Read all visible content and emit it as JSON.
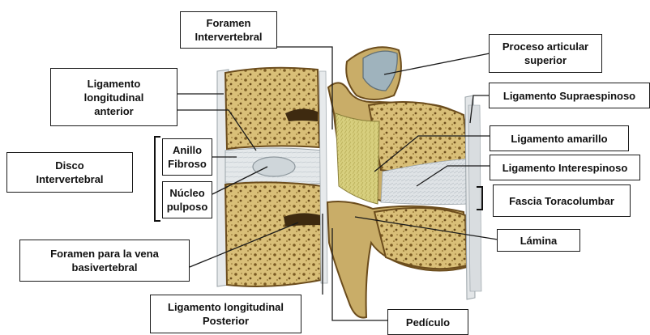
{
  "colors": {
    "bone": "#d9c07a",
    "bone_dark": "#8a6a2a",
    "disc": "#e2e7ea",
    "ligament_yellow": "#d8d07a",
    "leader": "#1a1a1a"
  },
  "labels": {
    "foramen_intervertebral": "Foramen\nIntervertebral",
    "proceso_articular": "Proceso articular\nsuperior",
    "ligamento_longitudinal_anterior": "Ligamento\nlongitudinal\nanterior",
    "ligamento_supraespinoso": "Ligamento Supraespinoso",
    "ligamento_amarillo": "Ligamento amarillo",
    "disco_intervertebral": "Disco\nIntervertebral",
    "anillo_fibroso": "Anillo\nFibroso",
    "ligamento_interespinoso": "Ligamento Interespinoso",
    "nucleo_pulposo": "Núcleo\npulposo",
    "fascia_toracolumbar": "Fascia Toracolumbar",
    "lamina": "Lámina",
    "foramen_vena": "Foramen para la vena\nbasivertebral",
    "ligamento_longitudinal_posterior": "Ligamento longitudinal\nPosterior",
    "pediculo": "Pedículo"
  }
}
